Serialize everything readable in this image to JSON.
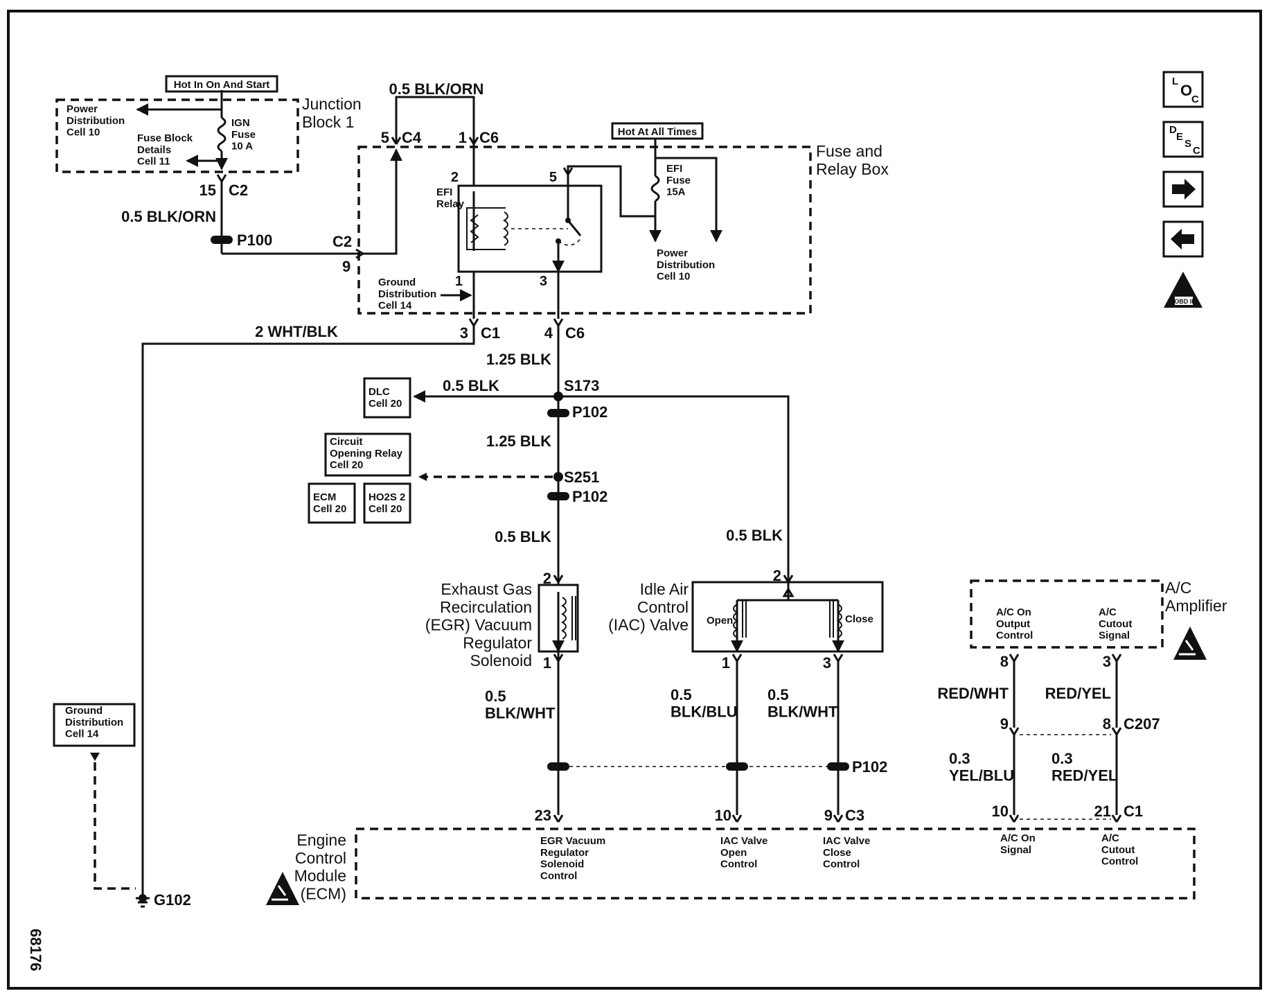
{
  "modules": {
    "junction_block": "Junction\nBlock 1",
    "fuse_relay_box": "Fuse and\nRelay Box",
    "egr_solenoid": "Exhaust Gas\nRecirculation\n(EGR) Vacuum\nRegulator\nSolenoid",
    "iac_valve": "Idle Air\nControl\n(IAC) Valve",
    "ac_amplifier": "A/C\nAmplifier",
    "ecm": "Engine\nControl\nModule\n(ECM)"
  },
  "power_labels": {
    "hot_in_on_start": "Hot In On And Start",
    "hot_at_all_times": "Hot At All Times"
  },
  "junction_internal": {
    "power_dist": "Power\nDistribution\nCell 10",
    "fuse_block_details": "Fuse Block\nDetails\nCell 11",
    "ign_fuse": "IGN\nFuse\n10 A"
  },
  "relay_box_internal": {
    "efi_relay": "EFI\nRelay",
    "efi_fuse": "EFI\nFuse\n15A",
    "power_dist": "Power\nDistribution\nCell 10",
    "ground_dist": "Ground\nDistribution\nCell 14"
  },
  "refs": {
    "dlc": "DLC\nCell 20",
    "circuit_opening": "Circuit\nOpening Relay\nCell 20",
    "ecm_ref": "ECM\nCell 20",
    "ho2s": "HO2S 2\nCell 20",
    "ground_dist": "Ground\nDistribution\nCell 14"
  },
  "nav_icons": [
    "loc-icon",
    "desc-icon",
    "arrow-right-icon",
    "arrow-left-icon",
    "obd-ii-icon"
  ],
  "nav_text": {
    "loc": [
      "L",
      "O",
      "C"
    ],
    "desc": [
      "D",
      "E",
      "S",
      "C"
    ],
    "obd": "OBD II"
  },
  "wires": {
    "w_blk_orn_top": "0.5 BLK/ORN",
    "w_blk_orn_left": "0.5 BLK/ORN",
    "w_wht_blk": "2 WHT/BLK",
    "w_125_blk_a": "1.25 BLK",
    "w_05_blk_dlc": "0.5 BLK",
    "w_125_blk_b": "1.25 BLK",
    "w_05_blk_egr": "0.5 BLK",
    "w_05_blk_iac": "0.5 BLK",
    "w_egr_out": "0.5\nBLK/WHT",
    "w_iac_open": "0.5\nBLK/BLU",
    "w_iac_close": "0.5\nBLK/WHT",
    "w_red_wht": "RED/WHT",
    "w_red_yel": "RED/YEL",
    "w_yel_blu_03": "0.3\nYEL/BLU",
    "w_red_yel_03": "0.3\nRED/YEL"
  },
  "connectors": {
    "c4": "C4",
    "c6_top": "C6",
    "c2_jb": "C2",
    "c2_frb": "C2",
    "c1": "C1",
    "c6_bot": "C6",
    "c3": "C3",
    "c207": "C207",
    "c1_ecm": "C1"
  },
  "splices": {
    "p100": "P100",
    "s173": "S173",
    "p102_a": "P102",
    "s251": "S251",
    "p102_b": "P102",
    "p102_c": "P102",
    "g102": "G102"
  },
  "pins": {
    "p5_c4": "5",
    "p1_c6": "1",
    "p15_c2": "15",
    "p9_c2": "9",
    "p2_relay": "2",
    "p5_relay": "5",
    "p1_relay": "1",
    "p3_relay": "3",
    "p3_c1": "3",
    "p4_c6": "4",
    "egr_2": "2",
    "egr_1": "1",
    "iac_2": "2",
    "iac_1": "1",
    "iac_3": "3",
    "ecm_23": "23",
    "ecm_10": "10",
    "ecm_9": "9",
    "amp_8": "8",
    "amp_3": "3",
    "c207_9": "9",
    "c207_8": "8",
    "ecm_10b": "10",
    "ecm_21": "21"
  },
  "internal_labels": {
    "iac_open": "Open",
    "iac_close": "Close",
    "amp_output": "A/C On\nOutput\nControl",
    "amp_cutout": "A/C\nCutout\nSignal",
    "ecm_egr": "EGR Vacuum\nRegulator\nSolenoid\nControl",
    "ecm_iac_open": "IAC Valve\nOpen\nControl",
    "ecm_iac_close": "IAC Valve\nClose\nControl",
    "ecm_ac_on": "A/C On\nSignal",
    "ecm_ac_cutout": "A/C\nCutout\nControl"
  },
  "figure_number": "68176"
}
